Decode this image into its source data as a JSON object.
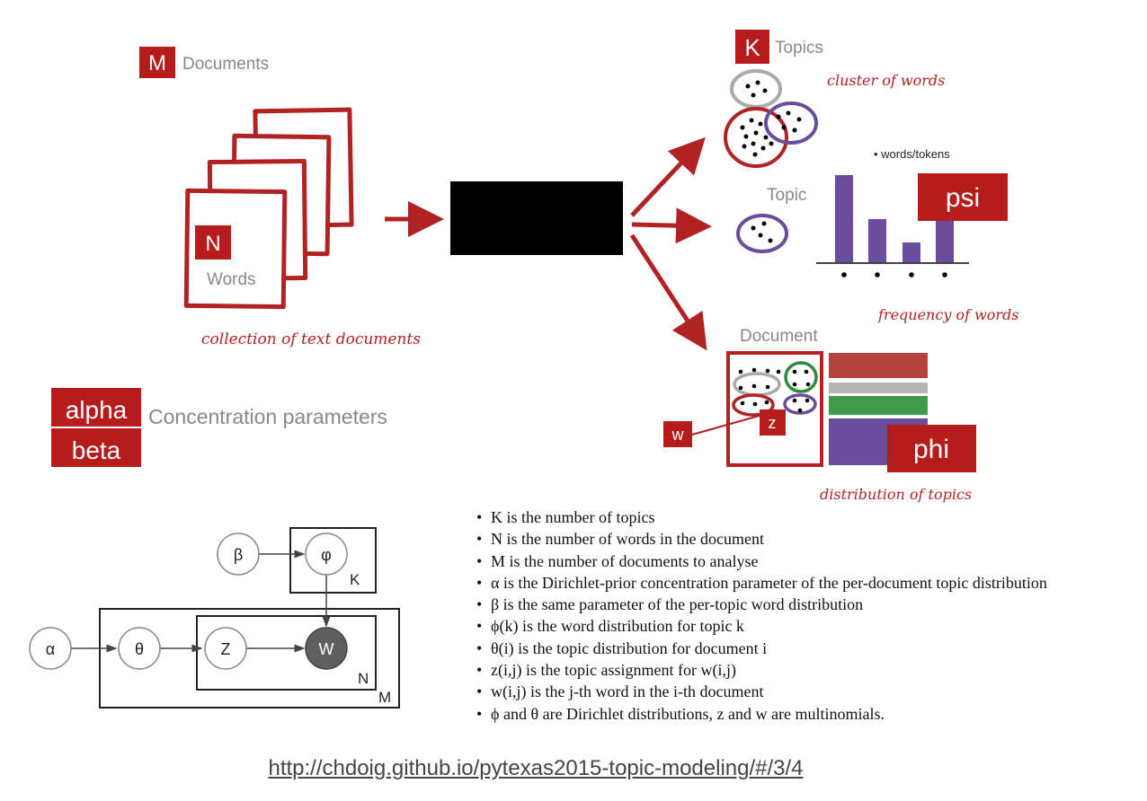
{
  "labels": {
    "m": "M",
    "documents": "Documents",
    "n": "N",
    "words": "Words",
    "collection": "collection of text documents",
    "alpha": "alpha",
    "beta": "beta",
    "concentration": "Concentration parameters",
    "k": "K",
    "topics": "Topics",
    "cluster": "cluster of words",
    "words_tokens": "words/tokens",
    "topic": "Topic",
    "psi": "psi",
    "frequency": "frequency of words",
    "document": "Document",
    "w_box": "w",
    "z_box": "z",
    "phi": "phi",
    "distribution": "distribution of topics"
  },
  "plate": {
    "beta_node": "β",
    "phi_node": "φ",
    "alpha_node": "α",
    "theta_node": "θ",
    "z_node": "Z",
    "w_node": "W",
    "plate_k": "K",
    "plate_n": "N",
    "plate_m": "M"
  },
  "bullets": [
    "K is the number of topics",
    "N is the number of words in the document",
    "M is the number of documents to analyse",
    "α is the Dirichlet-prior concentration parameter of the per-document topic distribution",
    "β is the same parameter of the per-topic word distribution",
    "ϕ(k) is the word distribution for topic k",
    "θ(i) is the topic distribution for document i",
    "z(i,j) is the topic assignment for w(i,j)",
    "w(i,j) is the j-th word in the i-th document",
    "ϕ and θ are Dirichlet distributions, z and w are multinomials."
  ],
  "url": "http://chdoig.github.io/pytexas2015-topic-modeling/#/3/4",
  "colors": {
    "accent_red": "#b71c1c",
    "sketch_red": "#b22222",
    "purple": "#6a4c9c",
    "gray": "#aaaaaa",
    "green": "#2e8b3d",
    "black_box": "#000000",
    "w_node_fill": "#5f5f5f"
  }
}
